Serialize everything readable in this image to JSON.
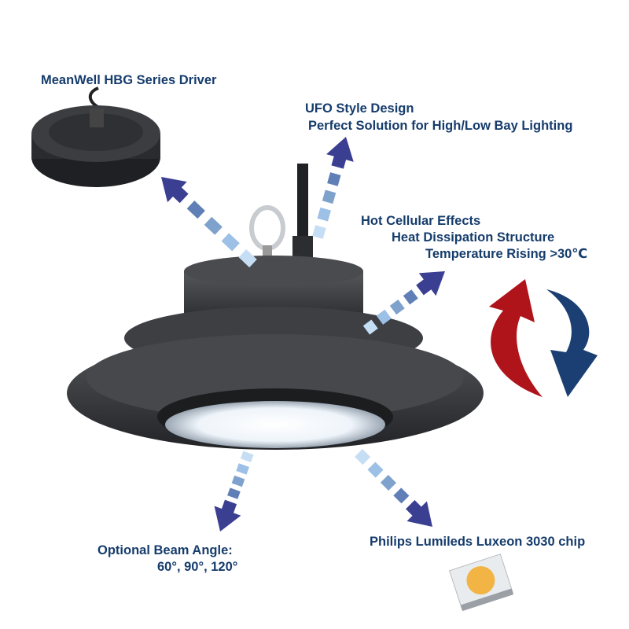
{
  "labels": {
    "driver": "MeanWell HBG Series Driver",
    "ufo_title": "UFO Style Design",
    "ufo_sub": "Perfect Solution for High/Low Bay Lighting",
    "heat_1": "Hot Cellular Effects",
    "heat_2": "Heat Dissipation Structure",
    "heat_3": "Temperature Rising >30℃",
    "beam_1": "Optional Beam Angle:",
    "beam_2": "60°, 90°, 120°",
    "chip": "Philips Lumileds Luxeon 3030 chip"
  },
  "colors": {
    "text": "#163c6c",
    "arrow_head": "#3b3f91",
    "hot_arrow": "#b0141b",
    "cool_arrow": "#1b3f73",
    "lamp_body": "#3a3b3e",
    "led": "#f2b445"
  }
}
